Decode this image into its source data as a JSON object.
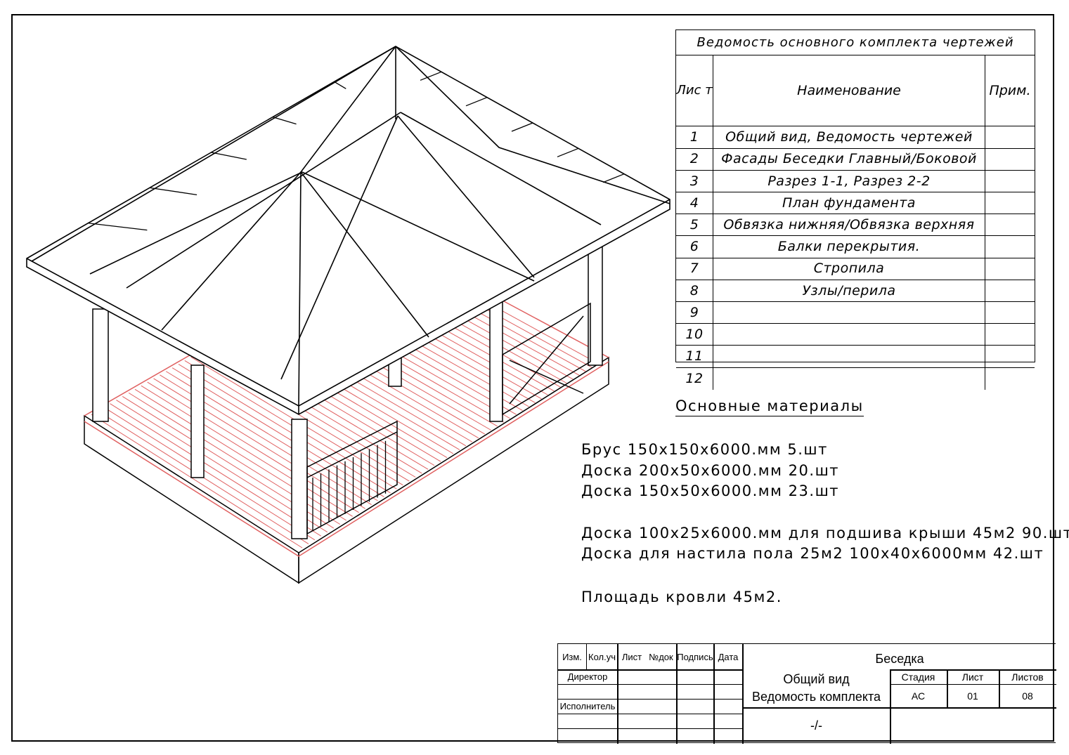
{
  "sheet_table": {
    "title": "Ведомость основного комплекта чертежей",
    "header": {
      "sheet": "Лис т",
      "name": "Наименование",
      "note": "Прим."
    },
    "rows": [
      {
        "num": "1",
        "name": "Общий вид, Ведомость чертежей"
      },
      {
        "num": "2",
        "name": "Фасады Беседки Главный/Боковой"
      },
      {
        "num": "3",
        "name": "Разрез 1-1, Разрез 2-2"
      },
      {
        "num": "4",
        "name": "План фундамента"
      },
      {
        "num": "5",
        "name": "Обвязка нижняя/Обвязка верхняя"
      },
      {
        "num": "6",
        "name": "Балки перекрытия."
      },
      {
        "num": "7",
        "name": "Стропила"
      },
      {
        "num": "8",
        "name": "Узлы/перила"
      },
      {
        "num": "9",
        "name": ""
      },
      {
        "num": "10",
        "name": ""
      },
      {
        "num": "11",
        "name": ""
      },
      {
        "num": "12",
        "name": ""
      }
    ]
  },
  "materials": {
    "title": "Основные материалы",
    "lines": [
      "Брус  150х150х6000.мм 5.шт",
      "Доска 200х50х6000.мм 20.шт",
      "Доска 150х50х6000.мм 23.шт",
      "Доска 100х25х6000.мм для подшива крыши 45м2  90.шт",
      "Доска для настила пола  25м2 100х40х6000мм 42.шт",
      "Площадь кровли 45м2."
    ]
  },
  "title_block": {
    "headers": [
      "Изм.",
      "Кол.уч",
      "Лист",
      "№док",
      "Подпись",
      "Дата"
    ],
    "director": "Директор",
    "executor": "Исполнитель",
    "project": "Беседка",
    "sheet_name_1": "Общий вид",
    "sheet_name_2": "Ведомость комплекта",
    "stage_label": "Стадия",
    "sheet_label": "Лист",
    "sheets_label": "Листов",
    "stage_value": "АС",
    "sheet_value": "01",
    "sheets_value": "08",
    "org": "-/-"
  },
  "colors": {
    "line": "#000000",
    "floor": "#e06060"
  }
}
